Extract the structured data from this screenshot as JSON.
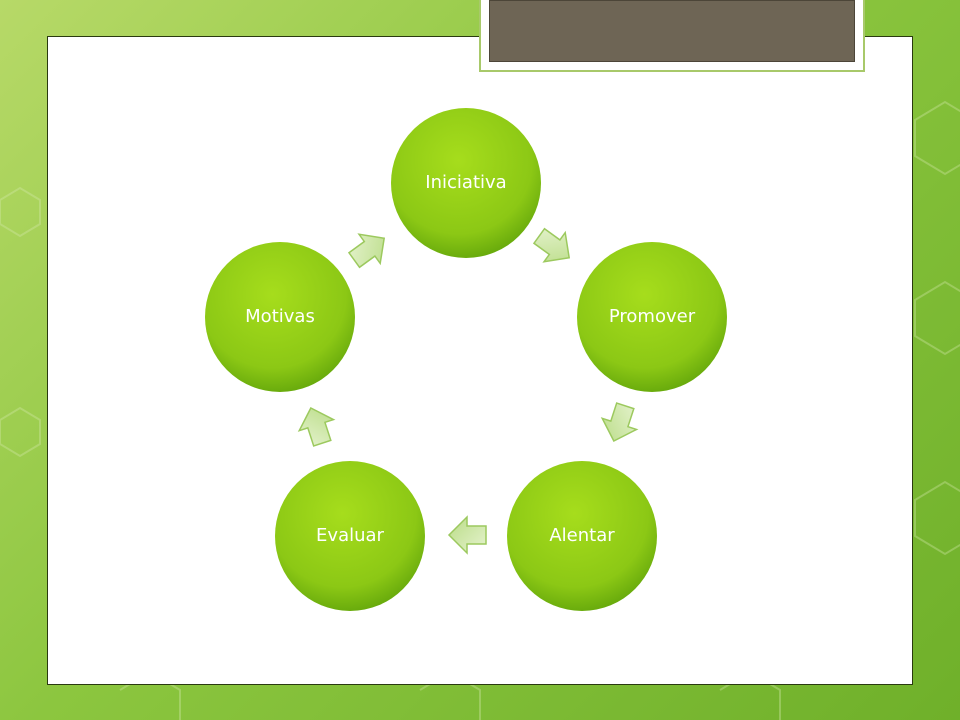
{
  "diagram": {
    "type": "cycle",
    "nodes": [
      {
        "id": "iniciativa",
        "label": "Iniciativa"
      },
      {
        "id": "promover",
        "label": "Promover"
      },
      {
        "id": "alentar",
        "label": "Alentar"
      },
      {
        "id": "evaluar",
        "label": "Evaluar"
      },
      {
        "id": "motivas",
        "label": "Motivas"
      }
    ],
    "edges": [
      {
        "from": "iniciativa",
        "to": "promover"
      },
      {
        "from": "promover",
        "to": "alentar"
      },
      {
        "from": "alentar",
        "to": "evaluar"
      },
      {
        "from": "evaluar",
        "to": "motivas"
      },
      {
        "from": "motivas",
        "to": "iniciativa"
      }
    ]
  },
  "colors": {
    "node_fill": "#8cc815",
    "node_fill_dark": "#5fa30a",
    "arrow_fill": "#cfe7a6",
    "arrow_stroke": "#9cc95e",
    "title_box": "#6e6555",
    "background": "#8cc63f"
  }
}
